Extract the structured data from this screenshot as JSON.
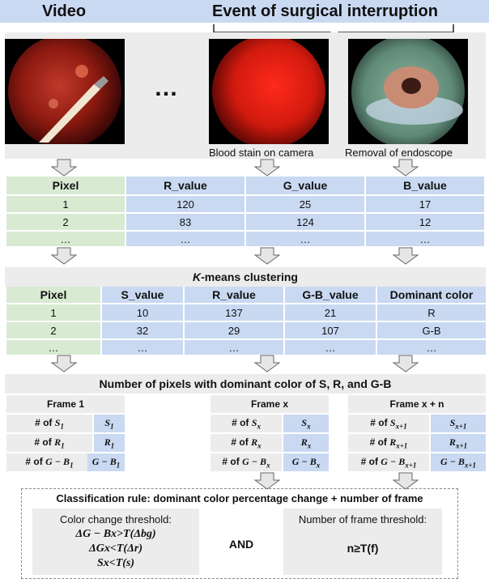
{
  "header": {
    "video_label": "Video",
    "event_label": "Event of surgical interruption"
  },
  "images": {
    "ellipsis": "…",
    "caption_blood": "Blood stain on camera",
    "caption_removal": "Removal of endoscope"
  },
  "table1": {
    "headers": [
      "Pixel",
      "R_value",
      "G_value",
      "B_value"
    ],
    "rows": [
      [
        "1",
        "120",
        "25",
        "17"
      ],
      [
        "2",
        "83",
        "124",
        "12"
      ],
      [
        "…",
        "…",
        "…",
        "…"
      ]
    ]
  },
  "kmeans": {
    "title_italic": "K",
    "title_rest": "-means clustering",
    "headers": [
      "Pixel",
      "S_value",
      "R_value",
      "G-B_value",
      "Dominant color"
    ],
    "rows": [
      [
        "1",
        "10",
        "137",
        "21",
        "R"
      ],
      [
        "2",
        "32",
        "29",
        "107",
        "G-B"
      ],
      [
        "…",
        "…",
        "…",
        "…",
        "…"
      ]
    ]
  },
  "counts": {
    "title": "Number of pixels with dominant color of S, R, and G-B",
    "frame1_title": "Frame 1",
    "framex_title": "Frame x",
    "framexn_title": "Frame x + n",
    "count_prefix": "# of",
    "frame1": [
      {
        "base": "S",
        "sub": "1"
      },
      {
        "base": "R",
        "sub": "1"
      },
      {
        "base": "G − B",
        "sub": "1"
      }
    ],
    "framex": [
      {
        "base": "S",
        "sub": "x"
      },
      {
        "base": "R",
        "sub": "x"
      },
      {
        "base": "G − B",
        "sub": "x"
      }
    ],
    "framexn": [
      {
        "base": "S",
        "sub": "x+1"
      },
      {
        "base": "R",
        "sub": "x+1"
      },
      {
        "base": "G − B",
        "sub": "x+1"
      }
    ]
  },
  "rule": {
    "title": "Classification rule: dominant color percentage change + number of frame",
    "color_threshold_label": "Color change threshold:",
    "line1": "ΔG − Bx>T(Δbg)",
    "line2": "ΔGx<T(Δr)",
    "line3": "Sx<T(s)",
    "and_label": "AND",
    "frame_threshold_label": "Number of frame threshold:",
    "frame_condition": "n≥T(f)"
  },
  "colors": {
    "blue_cell": "#c9d9f2",
    "green_cell": "#d9ead3",
    "grey_panel": "#ececec"
  }
}
